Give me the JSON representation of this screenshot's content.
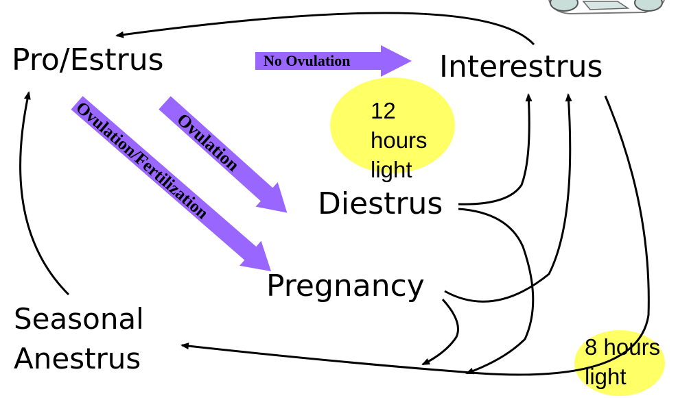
{
  "colors": {
    "purple_arrow": "#9966ff",
    "light_ellipse": "#ffff66",
    "stroke": "#000000",
    "text": "#000000"
  },
  "nodes": {
    "pro_estrus": "Pro/Estrus",
    "interestrus": "Interestrus",
    "diestrus": "Diestrus",
    "pregnancy": "Pregnancy",
    "seasonal_line1": "Seasonal",
    "seasonal_line2": "Anestrus"
  },
  "arrows": {
    "no_ovulation": "No Ovulation",
    "ovulation": "Ovulation",
    "ovulation_fertilization": "Ovulation/Fertilization"
  },
  "light": {
    "twelve_line1": "12",
    "twelve_line2": "hours",
    "twelve_line3": "light",
    "eight_line1": "8 hours",
    "eight_line2": "light"
  },
  "icons": {
    "corner_logo": "motorcycle-icon"
  }
}
